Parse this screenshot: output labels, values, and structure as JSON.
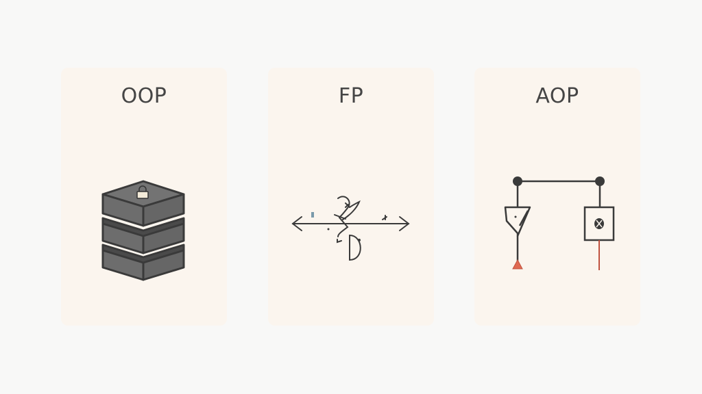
{
  "panels": [
    {
      "title": "OOP",
      "icon": "stacked-cubes-with-lock"
    },
    {
      "title": "FP",
      "icon": "function-arrows"
    },
    {
      "title": "AOP",
      "icon": "aspect-circuit"
    }
  ],
  "colors": {
    "card": "#fbf5ee",
    "stroke": "#3a3a3a",
    "cube": "#6b6b6b",
    "accent": "#d9604a"
  }
}
